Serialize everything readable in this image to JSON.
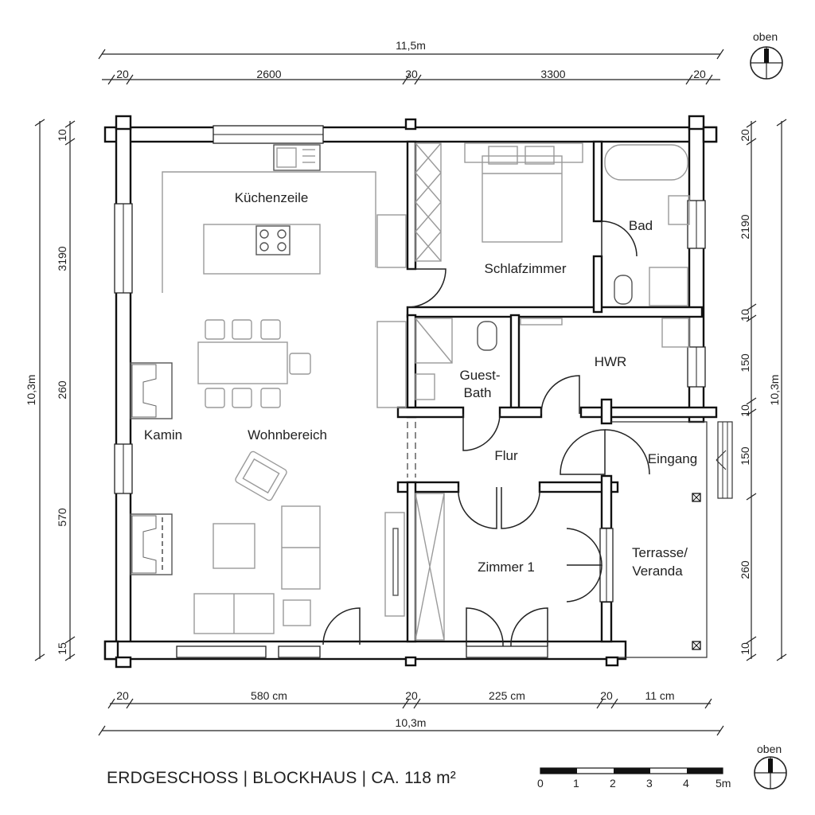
{
  "title": "ERDGESCHOSS | BLOCKHAUS | CA. 118 m²",
  "north": {
    "label_top": "oben",
    "label_bottom": "oben"
  },
  "dimensions": {
    "top_total": "11,5m",
    "top_segments": [
      "20",
      "2600",
      "30",
      "3300",
      "20"
    ],
    "bottom_total": "10,3m",
    "bottom_segments": [
      "20",
      "580 cm",
      "20",
      "225 cm",
      "20",
      "11 cm"
    ],
    "left_total": "10,3m",
    "left_segments": [
      "10",
      "3190",
      "260",
      "570",
      "15"
    ],
    "right_total": "10,3m",
    "right_segments": [
      "20",
      "2190",
      "10",
      "150",
      "10",
      "150",
      "260",
      "10"
    ]
  },
  "rooms": {
    "kuechenzeile": "Küchenzeile",
    "schlafzimmer": "Schlafzimmer",
    "bad": "Bad",
    "guest_bath_1": "Guest-",
    "guest_bath_2": "Bath",
    "hwr": "HWR",
    "kamin": "Kamin",
    "wohnbereich": "Wohnbereich",
    "flur": "Flur",
    "eingang": "Eingang",
    "zimmer1": "Zimmer 1",
    "terrasse_1": "Terrasse/",
    "terrasse_2": "Veranda"
  },
  "scale_bar": {
    "labels": [
      "0",
      "1",
      "2",
      "3",
      "4",
      "5m"
    ]
  }
}
